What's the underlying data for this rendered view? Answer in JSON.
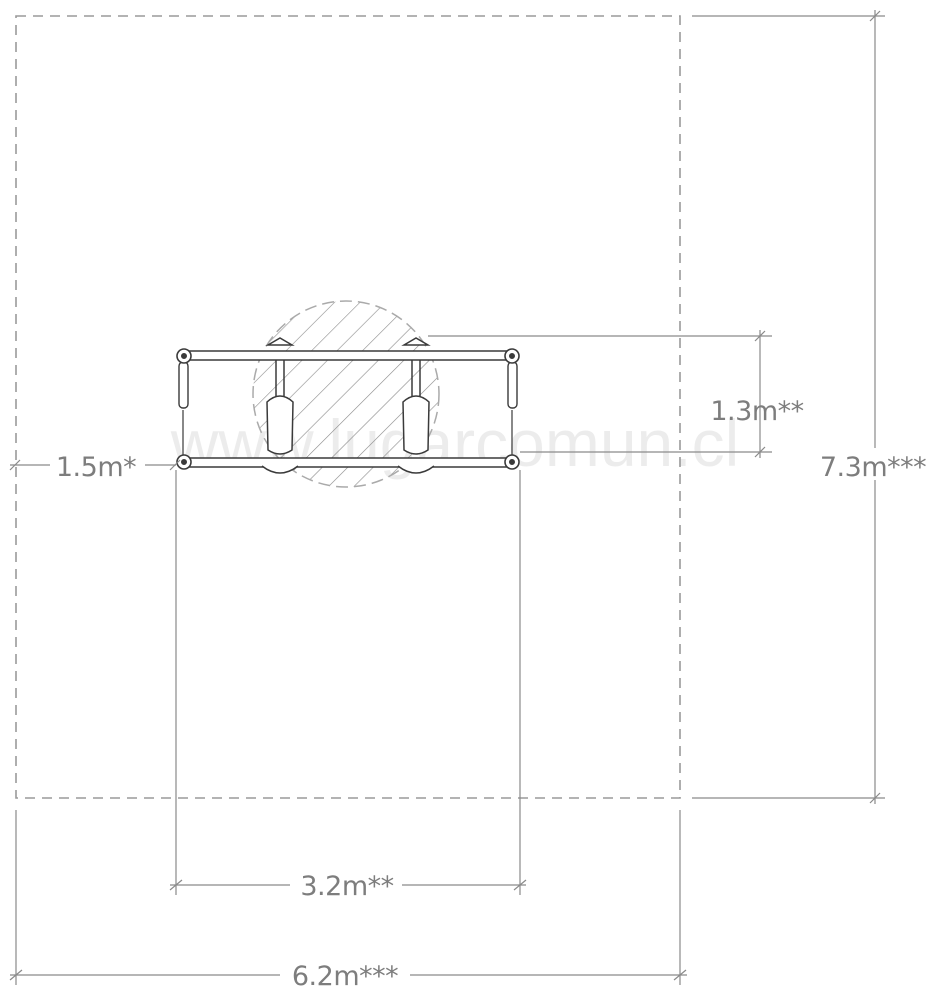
{
  "watermark": "www.lugarcomun.cl",
  "dimensions": {
    "width_total": "6.2m***",
    "frame_length": "3.2m**",
    "frame_depth": "1.3m**",
    "height_total": "7.3m***",
    "side_clearance": "1.5m*"
  },
  "colors": {
    "line": "#8a8a8a",
    "dashed": "#9a9a9a",
    "text": "#7d7d7d",
    "frame": "#3a3a3a"
  }
}
